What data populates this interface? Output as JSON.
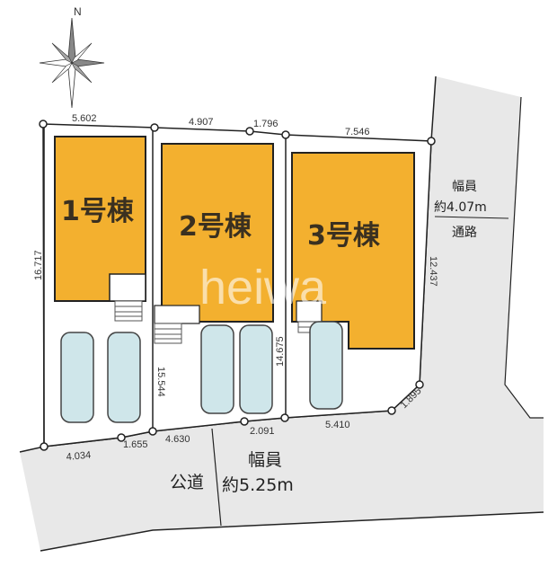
{
  "compass": {
    "label": "N"
  },
  "buildings": [
    {
      "label": "1号棟"
    },
    {
      "label": "2号棟"
    },
    {
      "label": "3号棟"
    }
  ],
  "dimensions": {
    "top": [
      "5.602",
      "4.907",
      "1.796",
      "7.546"
    ],
    "bottom": [
      "4.034",
      "1.655",
      "4.630",
      "2.091",
      "5.410",
      "1.895"
    ],
    "vertical": [
      "16.717",
      "15.544",
      "14.675",
      "12.437"
    ]
  },
  "public_road": {
    "name": "公道",
    "width_label": "幅員",
    "width_value": "約5.25m"
  },
  "side_road": {
    "width_label": "幅員",
    "width_value": "約4.07m",
    "name": "通路"
  },
  "watermark": "heiwa",
  "colors": {
    "building": "#f3b02f",
    "road": "#e8e8e8",
    "car": "#cfe6ea"
  }
}
